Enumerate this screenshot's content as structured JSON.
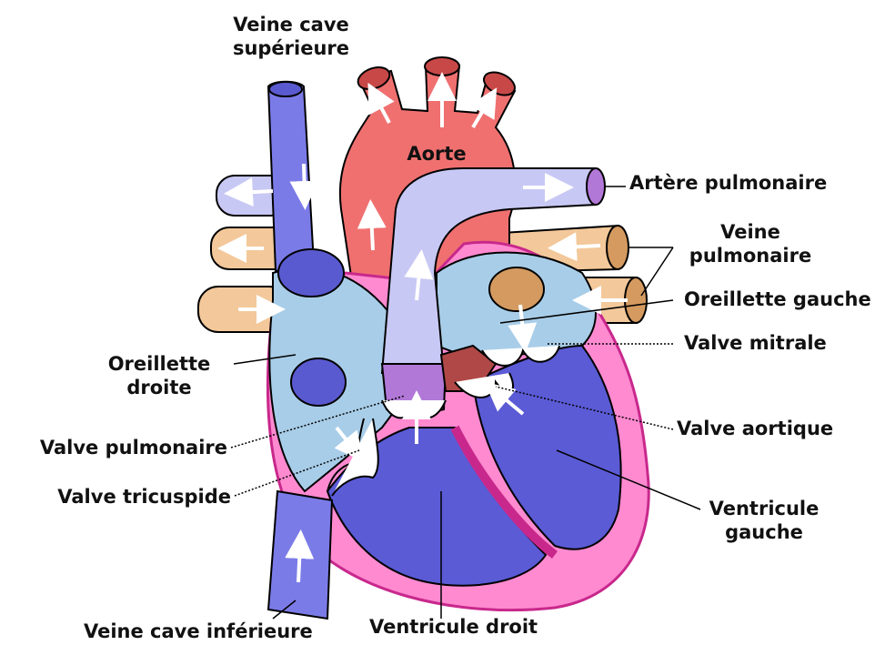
{
  "diagram": {
    "labels": {
      "veine_cave_superieure": [
        "Veine cave",
        "supérieure"
      ],
      "aorte": "Aorte",
      "artere_pulmonaire": "Artère pulmonaire",
      "veine_pulmonaire": [
        "Veine",
        "pulmonaire"
      ],
      "oreillette_gauche": "Oreillette gauche",
      "valve_mitrale": "Valve mitrale",
      "oreillette_droite": [
        "Oreillette",
        "droite"
      ],
      "valve_aortique": "Valve aortique",
      "valve_pulmonaire": "Valve pulmonaire",
      "valve_tricuspide": "Valve tricuspide",
      "ventricule_gauche": [
        "Ventricule",
        "gauche"
      ],
      "veine_cave_inferieure": "Veine cave inférieure",
      "ventricule_droit": "Ventricule droit"
    },
    "colors": {
      "vena_cava": "#7b7be8",
      "vena_cava_dark": "#5a5ad0",
      "aorta": "#f07070",
      "aorta_dark": "#b04848",
      "pulmonary_artery": "#c8c8f5",
      "pulmonary_vein": "#f3c89a",
      "atrium": "#a8cde8",
      "ventricle": "#5b5bd6",
      "myocardium": "#ff8ad0",
      "myocardium_edge": "#c8288c",
      "outline": "#000000"
    }
  }
}
